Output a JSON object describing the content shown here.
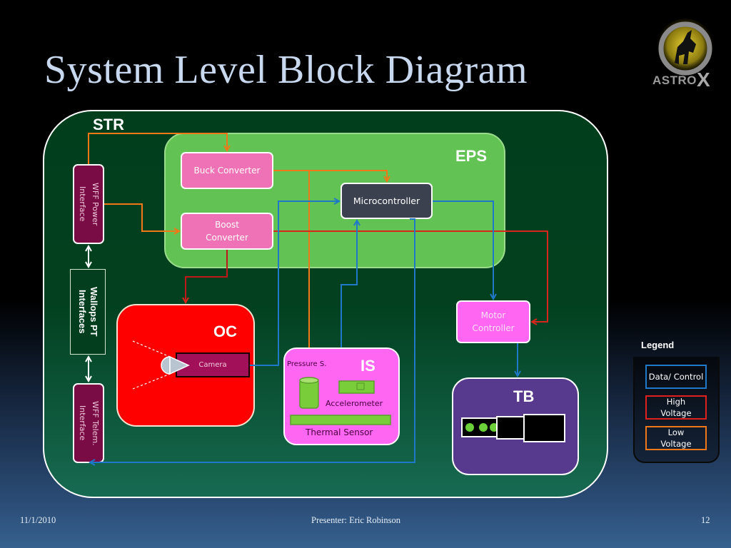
{
  "slide": {
    "title": "System Level Block Diagram",
    "logo_text": "ASTRO",
    "logo_x": "X",
    "footer": {
      "date": "11/1/2010",
      "presenter": "Presenter: Eric Robinson",
      "page_number": "12"
    }
  },
  "diagram": {
    "subsystems": {
      "str": "STR",
      "eps": "EPS",
      "oc": "OC",
      "is": "IS",
      "tb": "TB"
    },
    "blocks": {
      "buck_converter": "Buck Converter",
      "boost_converter": "Boost Converter",
      "microcontroller": "Microcontroller",
      "wff_power_interface": "WFF Power Interface",
      "wallops_pt_interfaces": "Wallops PT Interfaces",
      "wff_telem_interface": "WFF Telem. Interface",
      "camera": "Camera",
      "pressure_sensor": "Pressure S.",
      "accelerometer": "Accelerometer",
      "thermal_sensor": "Thermal Sensor",
      "motor_controller": "Motor Controller"
    },
    "connections": [
      {
        "from": "WFF Power Interface",
        "to": "Buck Converter",
        "type": "low_voltage"
      },
      {
        "from": "WFF Power Interface",
        "to": "Boost Converter",
        "type": "low_voltage"
      },
      {
        "from": "Buck Converter",
        "to": "Microcontroller",
        "type": "low_voltage"
      },
      {
        "from": "Buck Converter",
        "to": "IS",
        "type": "low_voltage"
      },
      {
        "from": "Boost Converter",
        "to": "OC",
        "type": "high_voltage"
      },
      {
        "from": "Boost Converter",
        "to": "Motor Controller",
        "type": "high_voltage"
      },
      {
        "from": "Camera",
        "to": "Microcontroller",
        "type": "data_control"
      },
      {
        "from": "IS",
        "to": "Microcontroller",
        "type": "data_control"
      },
      {
        "from": "Microcontroller",
        "to": "Motor Controller",
        "type": "data_control"
      },
      {
        "from": "Microcontroller",
        "to": "WFF Telem. Interface",
        "type": "data_control"
      },
      {
        "from": "Motor Controller",
        "to": "TB",
        "type": "data_control"
      },
      {
        "from": "WFF Power Interface",
        "to": "Wallops PT Interfaces",
        "type": "bidirectional"
      },
      {
        "from": "Wallops PT Interfaces",
        "to": "WFF Telem. Interface",
        "type": "bidirectional"
      }
    ],
    "legend": {
      "title": "Legend",
      "items": [
        {
          "label": "Data/ Control",
          "color": "#1f78c8"
        },
        {
          "label": "High Voltage",
          "color": "#e0201c"
        },
        {
          "label": "Low Voltage",
          "color": "#f07818"
        }
      ]
    },
    "colors": {
      "data_control": "#1f78c8",
      "high_voltage": "#d9261c",
      "low_voltage": "#f07818"
    }
  }
}
